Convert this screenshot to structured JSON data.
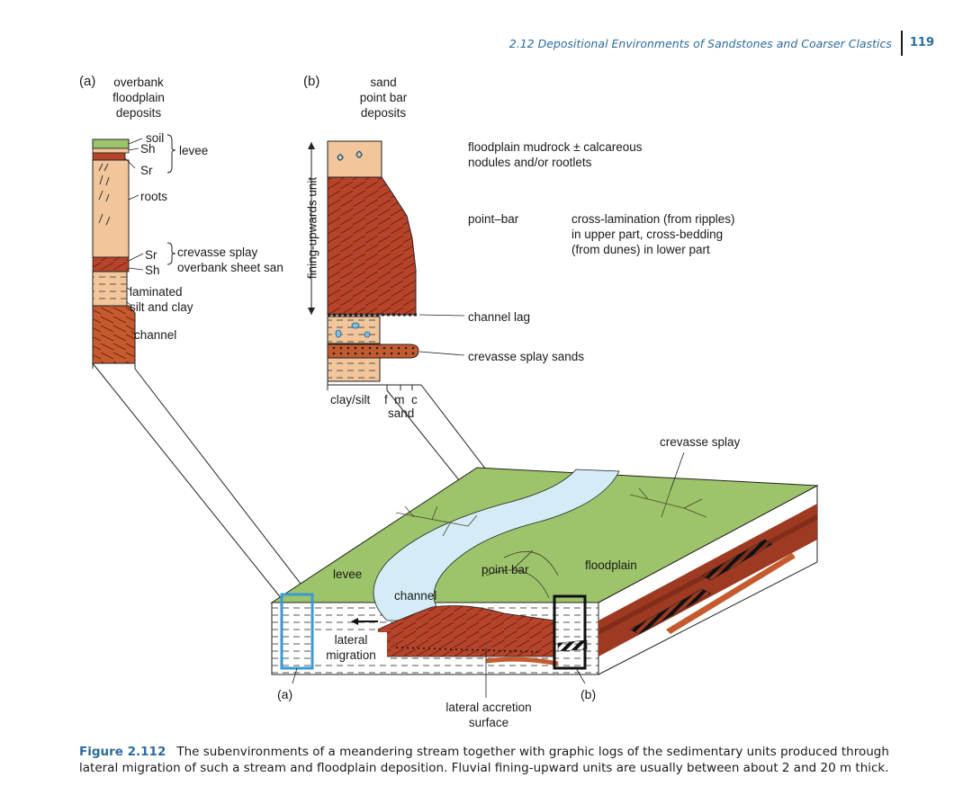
{
  "header": {
    "running_title": "2.12  Depositional Environments of Sandstones and Coarser Clastics",
    "page_number": "119"
  },
  "log_a": {
    "panel_label": "(a)",
    "title": [
      "overbank",
      "floodplain",
      "deposits"
    ],
    "soil": "soil",
    "sh_top": "Sh",
    "sr_top": "Sr",
    "levee": "levee",
    "roots": "roots",
    "sr_mid": "Sr",
    "sh_mid": "Sh",
    "crevasse_splay": "crevasse splay",
    "overbank_sheet": "overbank sheet san",
    "laminated": [
      "laminated",
      "silt and clay"
    ],
    "channel": "channel"
  },
  "log_b": {
    "panel_label": "(b)",
    "title": [
      "sand",
      "point bar",
      "deposits"
    ],
    "vertical_label": "fining-upwards unit",
    "floodplain_mudrock": [
      "floodplain mudrock ± calcareous",
      "nodules and/or rootlets"
    ],
    "point_bar": "point–bar",
    "cross_lamination": [
      "cross-lamination (from ripples)",
      "in upper part, cross-bedding",
      "(from dunes) in lower part"
    ],
    "channel_lag": "channel lag",
    "crevasse_splay_sands": "crevasse splay sands",
    "axis_clay": "clay/silt",
    "axis_fmc": "f  m  c",
    "axis_sand": "sand"
  },
  "block": {
    "crevasse_splay": "crevasse splay",
    "levee": "levee",
    "point_bar": "point bar",
    "floodplain": "floodplain",
    "channel": "channel",
    "lateral_migration": [
      "lateral",
      "migration"
    ],
    "marker_a": "(a)",
    "marker_b": "(b)",
    "lateral_accretion": [
      "lateral accretion",
      "surface"
    ]
  },
  "colors": {
    "sand_log": "#f2c59b",
    "mud_red": "#b5442a",
    "grass": "#9dc46a",
    "water": "#d4ecf6",
    "box_a": "#3a9ad6",
    "accent_blue": "#2b6aa0"
  },
  "caption": {
    "number": "Figure 2.112",
    "text": "The subenvironments of a meandering stream together with graphic logs of the sedimentary units produced through lateral migration of such a stream and floodplain deposition. Fluvial fining-upward units are usually between about 2 and 20 m thick."
  }
}
